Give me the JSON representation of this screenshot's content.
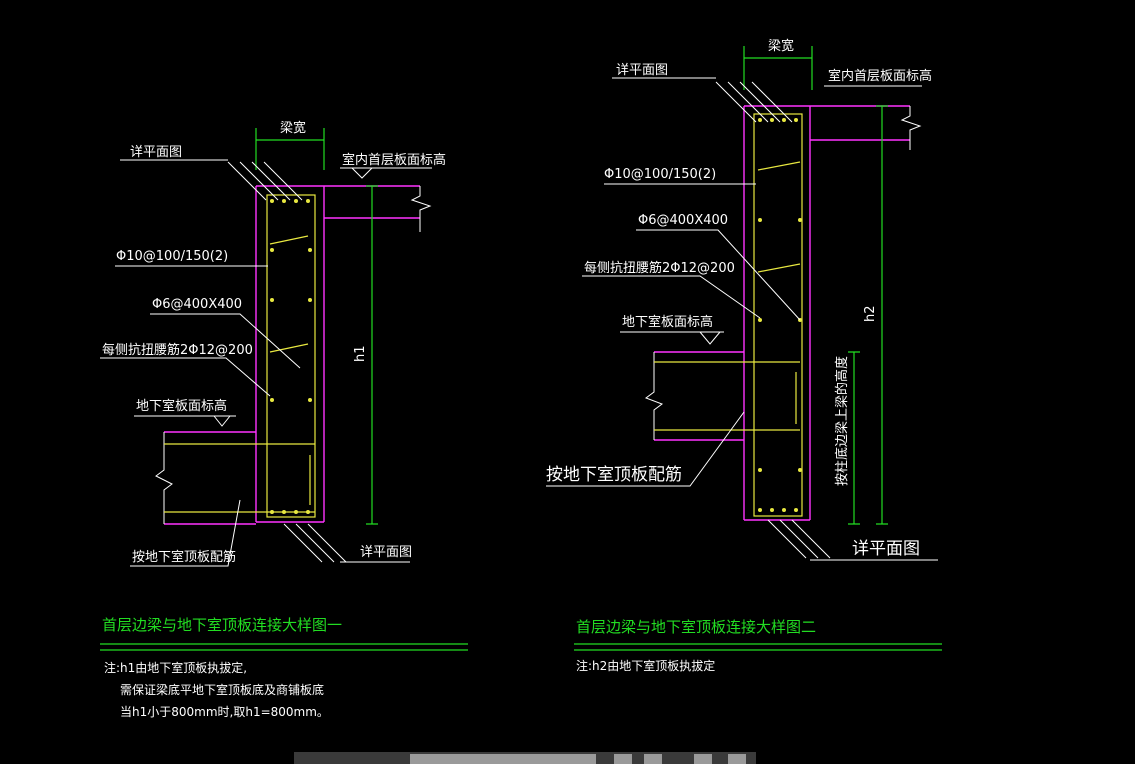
{
  "diagram1": {
    "beam_width": "梁宽",
    "detail_plan_top": "详平面图",
    "indoor_level": "室内首层板面标高",
    "stirrup": "Φ10@100/150(2)",
    "tie": "Φ6@400X400",
    "side_bars": "每侧抗扭腰筋2Φ12@200",
    "h_label": "h1",
    "basement_level": "地下室板面标高",
    "slab_reinf": "按地下室顶板配筋",
    "detail_plan_bottom": "详平面图",
    "title": "首层边梁与地下室顶板连接大样图一",
    "notes": [
      "注:h1由地下室顶板执拔定,",
      "需保证梁底平地下室顶板底及商铺板底",
      "当h1小于800mm时,取h1=800mm。"
    ]
  },
  "diagram2": {
    "beam_width": "梁宽",
    "detail_plan_top": "详平面图",
    "indoor_level": "室内首层板面标高",
    "stirrup": "Φ10@100/150(2)",
    "tie": "Φ6@400X400",
    "side_bars": "每侧抗扭腰筋2Φ12@200",
    "basement_level": "地下室板面标高",
    "h_label": "h2",
    "vertical_note": "按柱底边梁上梁的高度",
    "slab_reinf": "按地下室顶板配筋",
    "detail_plan_bottom": "详平面图",
    "title": "首层边梁与地下室顶板连接大样图二",
    "notes": [
      "注:h2由地下室顶板执拔定"
    ]
  },
  "colors": {
    "background": "#000000",
    "concrete": "#ff33ff",
    "rebar": "#e8e840",
    "dimension": "#22dd22",
    "title": "#22dd22"
  }
}
